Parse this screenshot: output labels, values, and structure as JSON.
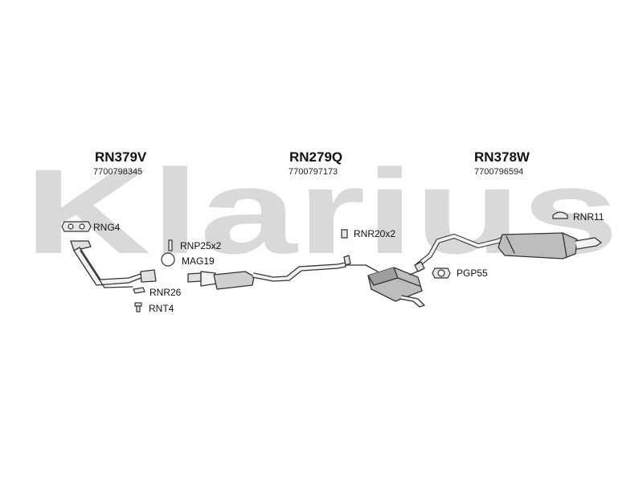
{
  "watermark": {
    "text": "Klarius"
  },
  "sections": [
    {
      "code": "RN379V",
      "part_number": "7700798345"
    },
    {
      "code": "RN279Q",
      "part_number": "7700797173"
    },
    {
      "code": "RN378W",
      "part_number": "7700796594"
    }
  ],
  "parts": {
    "rng4": "RNG4",
    "rnp25": "RNP25x2",
    "mag19": "MAG19",
    "rnr26": "RNR26",
    "rnt4": "RNT4",
    "rnr20": "RNR20x2",
    "pgp55": "PGP55",
    "rnr11": "RNR11"
  },
  "colors": {
    "watermark": "#d9d9d9",
    "pipe_stroke": "#333333",
    "pipe_fill": "#f2f2f2",
    "muffler_fill": "#bdbdbd"
  }
}
